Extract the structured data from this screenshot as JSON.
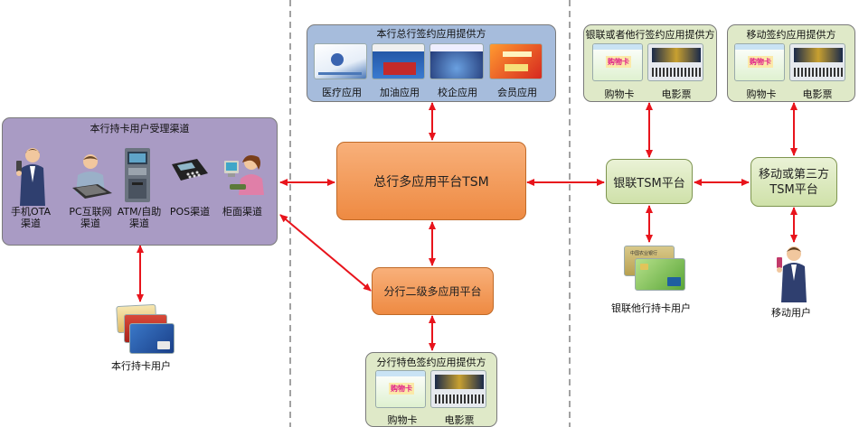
{
  "channels": {
    "title": "本行持卡用户受理渠道",
    "items": [
      {
        "label": "手机OTA\n渠道",
        "icon": "mobile-user-icon"
      },
      {
        "label": "PC互联网\n渠道",
        "icon": "pc-user-icon"
      },
      {
        "label": "ATM/自助\n渠道",
        "icon": "atm-icon"
      },
      {
        "label": "POS渠道",
        "icon": "pos-terminal-icon"
      },
      {
        "label": "柜面渠道",
        "icon": "counter-clerk-icon"
      }
    ]
  },
  "head_office_providers": {
    "title": "本行总行签约应用提供方",
    "apps": [
      "医疗应用",
      "加油应用",
      "校企应用",
      "会员应用"
    ]
  },
  "unionpay_providers": {
    "title": "银联或者他行签约应用提供方",
    "apps": [
      "购物卡",
      "电影票"
    ]
  },
  "mobile_providers": {
    "title": "移动签约应用提供方",
    "apps": [
      "购物卡",
      "电影票"
    ]
  },
  "branch_providers": {
    "title": "分行特色签约应用提供方",
    "apps": [
      "购物卡",
      "电影票"
    ]
  },
  "tsm_head": "总行多应用平台TSM",
  "tsm_branch": "分行二级多应用平台",
  "tsm_unionpay": "银联TSM平台",
  "tsm_mobile": "移动或第三方\nTSM平台",
  "users": {
    "own_cardholders": "本行持卡用户",
    "other_cardholders": "银联他行持卡用户",
    "mobile_users": "移动用户"
  },
  "card_text": {
    "shopping": "购物卡",
    "bank": "中国农业银行"
  },
  "colors": {
    "arrow": "#e8141c",
    "orange": "#f29a55",
    "green_panel": "#dfe9c8",
    "purple_panel": "#a99bc4",
    "blue_panel": "#a6bcdc"
  }
}
